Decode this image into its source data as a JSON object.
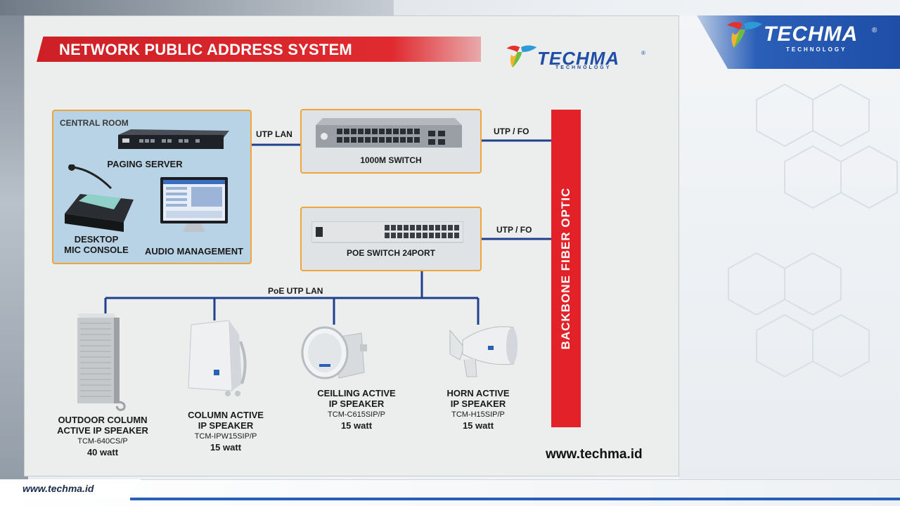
{
  "diagram": {
    "title": "NETWORK PUBLIC ADDRESS SYSTEM",
    "logo": {
      "word": "TECHMA",
      "sub": "TECHNOLOGY",
      "reg": "®"
    },
    "central_room": {
      "label": "CENTRAL ROOM",
      "paging_server": "PAGING SERVER",
      "mic_console_1": "DESKTOP",
      "mic_console_2": "MIC CONSOLE",
      "audio_management": "AUDIO MANAGEMENT"
    },
    "links": {
      "utp_lan": "UTP LAN",
      "utp_fo_1": "UTP / FO",
      "utp_fo_2": "UTP / FO",
      "poe_utp_lan": "PoE UTP LAN"
    },
    "switch_1000m": "1000M SWITCH",
    "poe_switch": "POE SWITCH 24PORT",
    "backbone": "BACKBONE FIBER OPTIC",
    "speakers": [
      {
        "line1": "OUTDOOR COLUMN",
        "line2": "ACTIVE IP SPEAKER",
        "model": "TCM-640CS/P",
        "power": "40 watt"
      },
      {
        "line1": "COLUMN ACTIVE",
        "line2": "IP SPEAKER",
        "model": "TCM-IPW15SIP/P",
        "power": "15 watt"
      },
      {
        "line1": "CEILLING ACTIVE",
        "line2": "IP SPEAKER",
        "model": "TCM-C615SIP/P",
        "power": "15 watt"
      },
      {
        "line1": "HORN ACTIVE",
        "line2": "IP SPEAKER",
        "model": "TCM-H15SIP/P",
        "power": "15 watt"
      }
    ],
    "website": "www.techma.id"
  },
  "footer": {
    "url": "www.techma.id"
  },
  "colors": {
    "accent_red": "#e22228",
    "line_blue": "#1f3f8f",
    "box_border": "#f0a53b",
    "brand_blue": "#2a5fb8"
  }
}
